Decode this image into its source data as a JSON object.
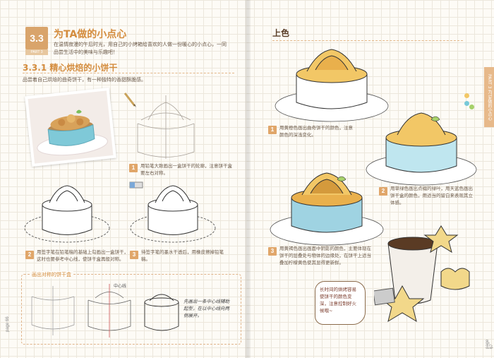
{
  "left": {
    "section": {
      "number": "3.3",
      "part": "PART 3",
      "title": "为TA做的小点心",
      "intro": "在温情寂漫的午后时光，用自己的小烤箱给喜欢的人做一份暖心的小点心，一同品尝生活中的美味与乐趣吧！"
    },
    "subsection": {
      "number": "3.3.1",
      "title": "精心烘焙的小饼干",
      "desc": "品尝着自己烘焙的曲奇饼干，有一种独特的香甜酥脆感。"
    },
    "steps": [
      {
        "num": "1",
        "text": "用铅笔大致画出一盒饼干的轮廓，注意饼干盒要左右对称。"
      },
      {
        "num": "2",
        "text": "用签字笔在铅笔稿的基础上勾画出一盒饼干，这时也要参考中心线，使饼干盒再般对称。"
      },
      {
        "num": "3",
        "text": "待签字笔的墨水干透后，用橡皮擦掉铅笔稿。"
      }
    ],
    "symmetry": {
      "title": "画出对称的饼干盒",
      "center_label": "中心线",
      "note": "先画出一条中心线辅助起型，在以中心线向两侧展开。"
    },
    "page_number": "page 66"
  },
  "right": {
    "title": "上色",
    "side_tab": "PART 3 为TA做的小点心",
    "steps": [
      {
        "num": "1",
        "text": "用黄橙色画出曲奇饼干的颜色，注意颜色的深浅变化。"
      },
      {
        "num": "2",
        "text": "用草绿色画出点缀的绿叶，用天蓝色画出饼干盒的颜色，用适当的留白来表现其立体感。"
      },
      {
        "num": "3",
        "text": "用黄褐色画出画面中阴影的颜色，主要体现在饼干的层叠处与物体的边缘处，在饼干上适当叠加柠檬黄色使其显得更新鲜。"
      }
    ],
    "speech": "长时间的烘烤容易使饼干的颜色变深，注意控制好火候哦~",
    "page_number": "page 67",
    "colors": [
      "#f2c766",
      "#e9b04c",
      "#78c9d8",
      "#a6d16a"
    ]
  }
}
